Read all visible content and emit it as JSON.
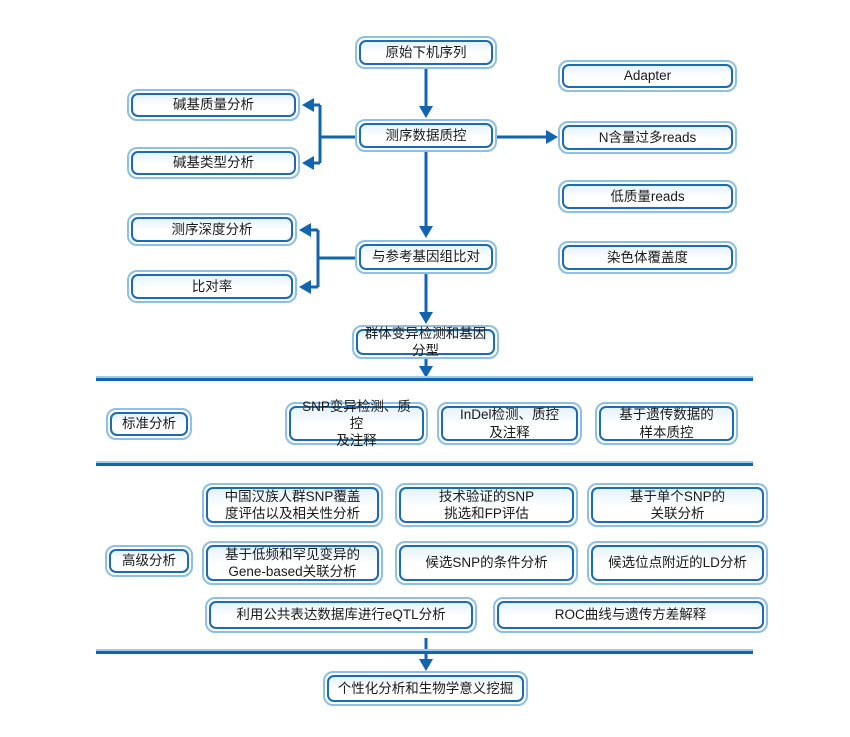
{
  "diagram": {
    "type": "flowchart",
    "language": "zh-CN",
    "colors": {
      "box_inner_border": "#1b6cb5",
      "box_outer_border": "#8cc0e6",
      "box_fill_top": "#e6f2fb",
      "arrow": "#1164b0",
      "divider": "#1164b0",
      "text": "#1a1a1a",
      "background": "#ffffff"
    },
    "top_section": {
      "raw_reads": "原始下机序列",
      "qc": "测序数据质控",
      "base_quality": "碱基质量分析",
      "base_type": "碱基类型分析",
      "adapter": "Adapter",
      "n_reads": "N含量过多reads",
      "low_quality_reads": "低质量reads",
      "chromosome_coverage": "染色体覆盖度",
      "align_reference": "与参考基因组比对",
      "depth_analysis": "测序深度分析",
      "mapping_rate": "比对率",
      "variant_genotyping": "群体变异检测和基因分型"
    },
    "standard_section": {
      "section_label": "标准分析",
      "snp_detection": "SNP变异检测、质控\n及注释",
      "indel_detection": "InDel检测、质控\n及注释",
      "sample_qc": "基于遗传数据的\n样本质控"
    },
    "advanced_section": {
      "section_label": "高级分析",
      "han_snp_coverage": "中国汉族人群SNP覆盖\n度评估以及相关性分析",
      "validated_snp": "技术验证的SNP\n挑选和FP评估",
      "single_snp_assoc": "基于单个SNP的\n关联分析",
      "gene_based_assoc": "基于低频和罕见变异的\nGene-based关联分析",
      "conditional_analysis": "候选SNP的条件分析",
      "ld_analysis": "候选位点附近的LD分析",
      "eqtl_analysis": "利用公共表达数据库进行eQTL分析",
      "roc_analysis": "ROC曲线与遗传方差解释"
    },
    "bottom_section": {
      "personalized": "个性化分析和生物学意义挖掘"
    }
  }
}
